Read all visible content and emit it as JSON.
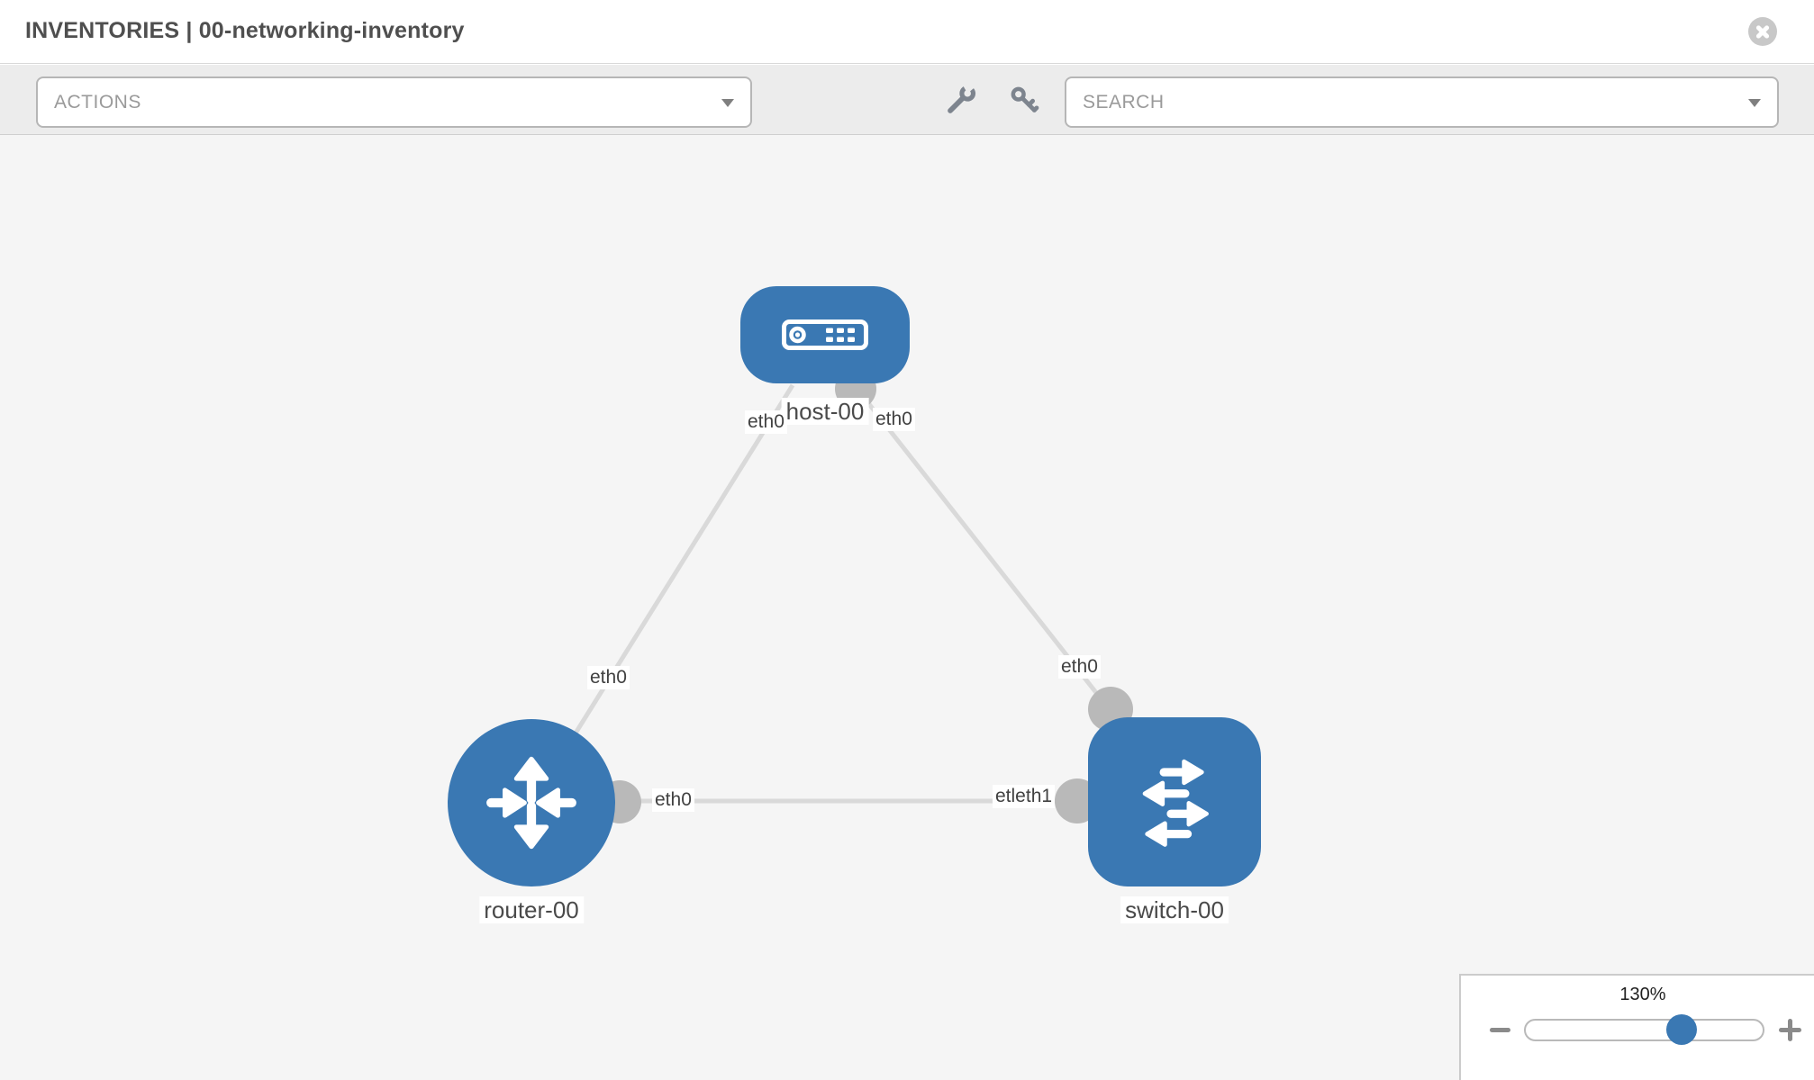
{
  "header": {
    "title": "INVENTORIES | 00-networking-inventory"
  },
  "toolbar": {
    "actions_label": "ACTIONS",
    "search_placeholder": "SEARCH",
    "icons": [
      "wrench-icon",
      "key-icon",
      "chevron-down-icon"
    ]
  },
  "canvas": {
    "nodes": [
      {
        "label": "host-00",
        "type": "host"
      },
      {
        "label": "router-00",
        "type": "router"
      },
      {
        "label": "switch-00",
        "type": "switch"
      }
    ],
    "links": [
      {
        "from": "host-00",
        "to": "router-00"
      },
      {
        "from": "host-00",
        "to": "switch-00"
      },
      {
        "from": "router-00",
        "to": "switch-00"
      }
    ],
    "port_labels": [
      {
        "text": "eth0",
        "link": "host-router",
        "end": "host"
      },
      {
        "text": "eth0",
        "link": "host-switch",
        "end": "host"
      },
      {
        "text": "eth0",
        "link": "host-router",
        "end": "router"
      },
      {
        "text": "eth0",
        "link": "router-switch",
        "end": "router"
      },
      {
        "text": "eth0",
        "link": "host-switch",
        "end": "switch"
      },
      {
        "text": "etleth1",
        "link": "router-switch",
        "end": "switch"
      }
    ],
    "colors": {
      "node_blue": "#3a78b3",
      "link_gray": "#d9d9d9",
      "port_circle_gray": "#b9b9b9",
      "canvas_bg": "#f5f5f5"
    }
  },
  "zoom_panel": {
    "level": "130%"
  }
}
